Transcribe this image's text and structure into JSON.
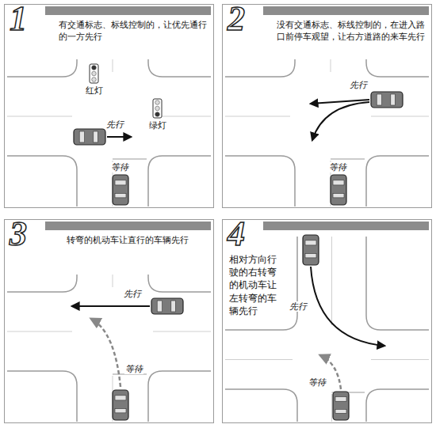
{
  "diagram": {
    "nodes": [
      {
        "text": [
          "1",
          "有交通标志、标线控制的，让优先通行的一方先行"
        ]
      },
      {
        "text": [
          "2",
          "没有交通标志、标线控制的，在进入路口前停车观望，让右方道路的来车先行"
        ]
      },
      {
        "text": [
          "3",
          "转弯的机动车让直行的车辆先行"
        ]
      },
      {
        "text": [
          "4",
          "相对方向行驶的右转弯的机动车让左转弯的车辆先行"
        ]
      }
    ],
    "labels": [
      "红灯",
      "绿灯",
      "先行",
      "等待",
      "先行",
      "等待",
      "先行",
      "等待",
      "先行",
      "等待"
    ]
  }
}
